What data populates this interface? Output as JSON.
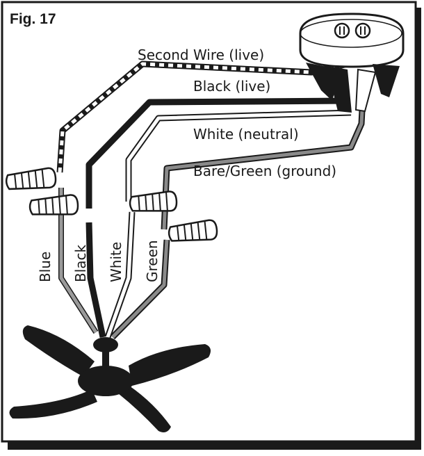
{
  "figure": {
    "title": "Fig. 17"
  },
  "labels": {
    "second_wire": "Second Wire (live)",
    "black_live": "Black (live)",
    "white_neutral": "White (neutral)",
    "ground": "Bare/Green (ground)",
    "blue": "Blue",
    "black": "Black",
    "white": "White",
    "green": "Green"
  },
  "colors": {
    "ink": "#1a1a1a",
    "ground_gray": "#8a8a8a",
    "blue_gray": "#9a9a9a",
    "frame_shadow": "#1a1a1a"
  }
}
